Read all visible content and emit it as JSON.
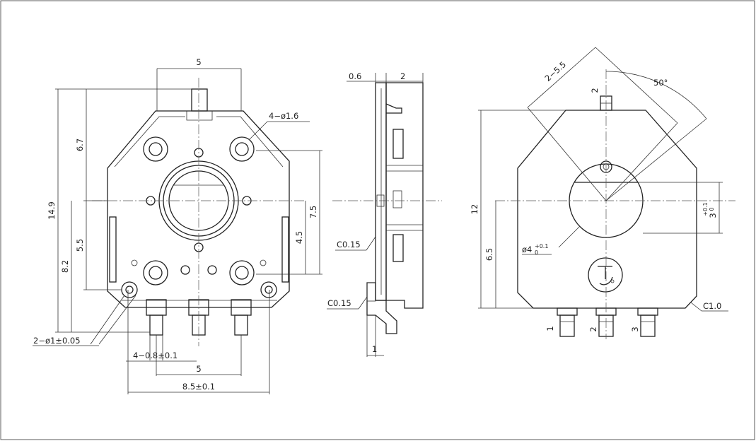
{
  "front_view": {
    "dim_top_width": "5",
    "dim_upper_height": "6.7",
    "dim_total_height": "14.9",
    "dim_mid_height": "5.5",
    "dim_lower_height": "8.2",
    "dim_right_75": "7.5",
    "dim_right_45": "4.5",
    "hole_callout": "4−ø1.6",
    "peg_callout": "2−ø1±0.05",
    "pin_width_callout": "4−0.8±0.1",
    "pin_pitch": "5",
    "overall_width": "8.5±0.1"
  },
  "side_view": {
    "dim_06": "0.6",
    "dim_2": "2",
    "chamfer_top": "C0.15",
    "chamfer_bottom": "C0.15",
    "dim_1": "1"
  },
  "rear_view": {
    "dim_height_12": "12",
    "dim_65": "6.5",
    "dim_2_55": "2−5.5",
    "angle_50": "50°",
    "bore_callout": "ø4",
    "bore_tol_upper": "+0.1",
    "bore_tol_lower": "0",
    "flat_value": "3",
    "flat_tol_upper": "+0.1",
    "flat_tol_lower": "0",
    "chamfer": "C1.0",
    "pin_top": "2",
    "pin_1": "1",
    "pin_2": "2",
    "pin_3": "3"
  }
}
